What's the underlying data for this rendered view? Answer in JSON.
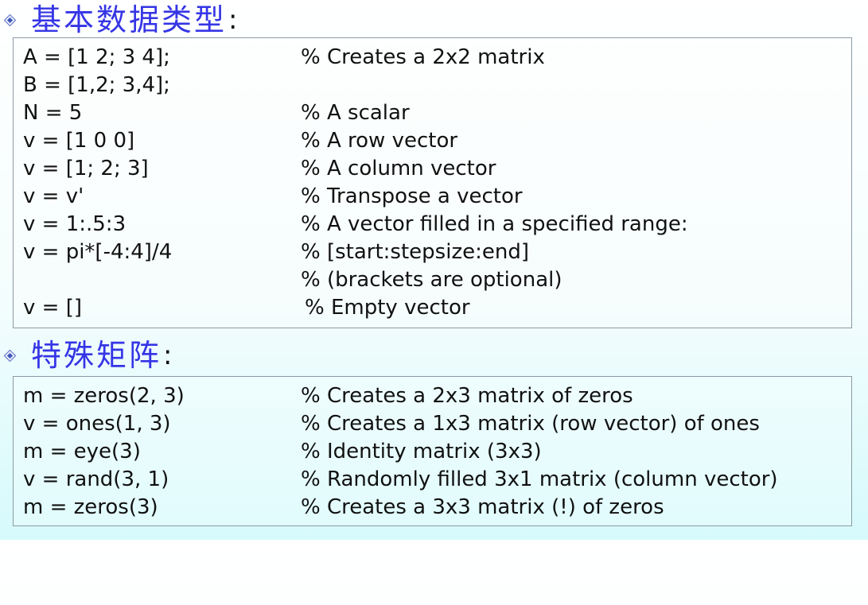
{
  "section1": {
    "title": "基本数据类型",
    "colon": ":",
    "lines": [
      {
        "code": "A = [1 2; 3 4];",
        "comment": "% Creates a 2x2 matrix"
      },
      {
        "code": "B = [1,2; 3,4];",
        "comment": ""
      },
      {
        "code": "N = 5",
        "comment": "% A scalar"
      },
      {
        "code": "v = [1 0 0]",
        "comment": "% A row vector"
      },
      {
        "code": "v = [1; 2; 3]",
        "comment": "% A column vector"
      },
      {
        "code": "v = v'",
        "comment": "% Transpose a vector"
      },
      {
        "code": "v = 1:.5:3",
        "comment": "% A vector filled in a specified range:"
      },
      {
        "code": "v = pi*[-4:4]/4",
        "comment": "% [start:stepsize:end]"
      },
      {
        "code": "",
        "comment": "% (brackets are optional)"
      },
      {
        "code": "v = []",
        "comment": "% Empty vector"
      }
    ]
  },
  "section2": {
    "title": "特殊矩阵",
    "colon": ":",
    "lines": [
      {
        "code": "m = zeros(2, 3)",
        "comment": "% Creates a 2x3 matrix of zeros"
      },
      {
        "code": "v = ones(1, 3)",
        "comment": "% Creates a 1x3 matrix (row vector) of ones"
      },
      {
        "code": "m = eye(3)",
        "comment": "% Identity matrix (3x3)"
      },
      {
        "code": "v = rand(3, 1)",
        "comment": "% Randomly filled 3x1 matrix (column vector)"
      },
      {
        "code": "m = zeros(3)",
        "comment": "% Creates a 3x3 matrix (!) of zeros"
      }
    ]
  }
}
